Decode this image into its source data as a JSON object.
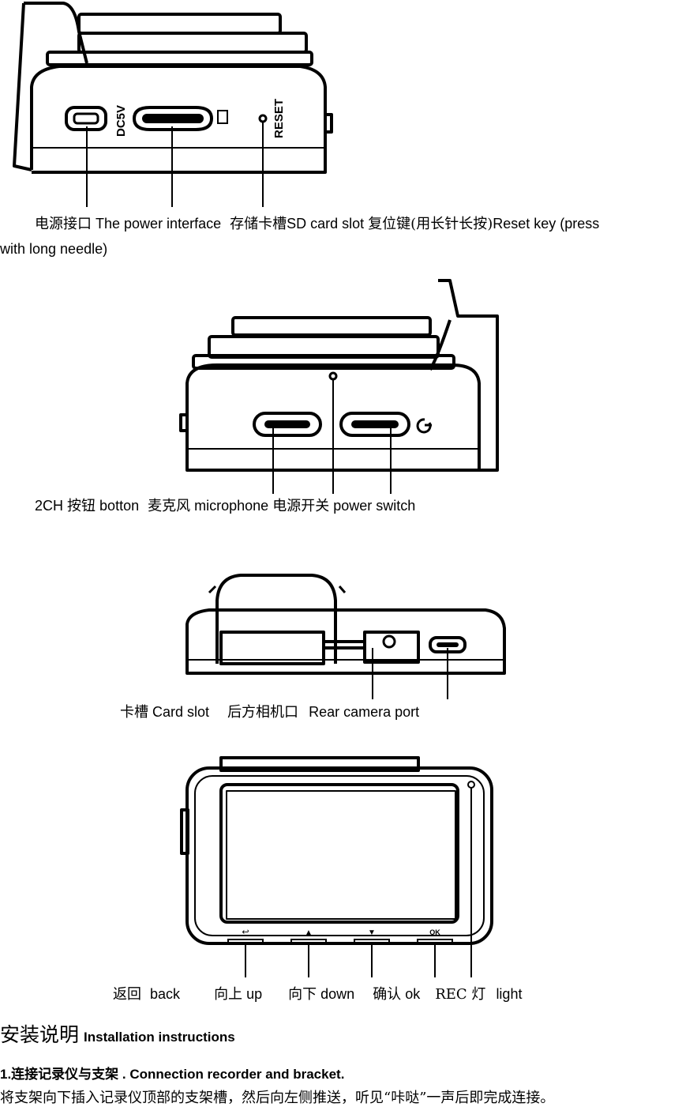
{
  "figure1": {
    "labels": {
      "dc5v": "DC5V",
      "reset": "RESET"
    },
    "caption_line1": [
      {
        "zh": "电源接口",
        "en": "The power interface"
      },
      {
        "zh": "存储卡槽",
        "en": "SD card slot"
      },
      {
        "zh": "复位键(用长针长按)",
        "en": "Reset key (press"
      }
    ],
    "caption_line2": "with long needle)"
  },
  "figure2": {
    "caption": [
      {
        "en_pre": "2CH",
        "zh": "按钮",
        "en": "botton"
      },
      {
        "zh": "麦克风",
        "en": "microphone"
      },
      {
        "zh": "电源开关",
        "en": "power switch"
      }
    ]
  },
  "figure3": {
    "caption": [
      {
        "zh": "卡槽",
        "en": "Card slot"
      },
      {
        "zh": "后方相机口",
        "en": "Rear camera port"
      }
    ]
  },
  "figure4": {
    "button_glyphs": [
      "↩",
      "▲",
      "▼",
      "OK"
    ],
    "caption": [
      {
        "zh": "返回",
        "en": "back"
      },
      {
        "zh": "向上",
        "en": "up"
      },
      {
        "zh": "向下",
        "en": "down"
      },
      {
        "zh": "确认",
        "en": "ok"
      },
      {
        "zh": "REC 灯",
        "en": "light"
      }
    ]
  },
  "section": {
    "title_zh": "安装说明",
    "title_en": "Installation instructions",
    "step1_title": "1.连接记录仪与支架 . Connection recorder and bracket.",
    "step1_text": "将支架向下插入记录仪顶部的支架槽，然后向左侧推送，听见“咔哒”一声后即完成连接。"
  }
}
